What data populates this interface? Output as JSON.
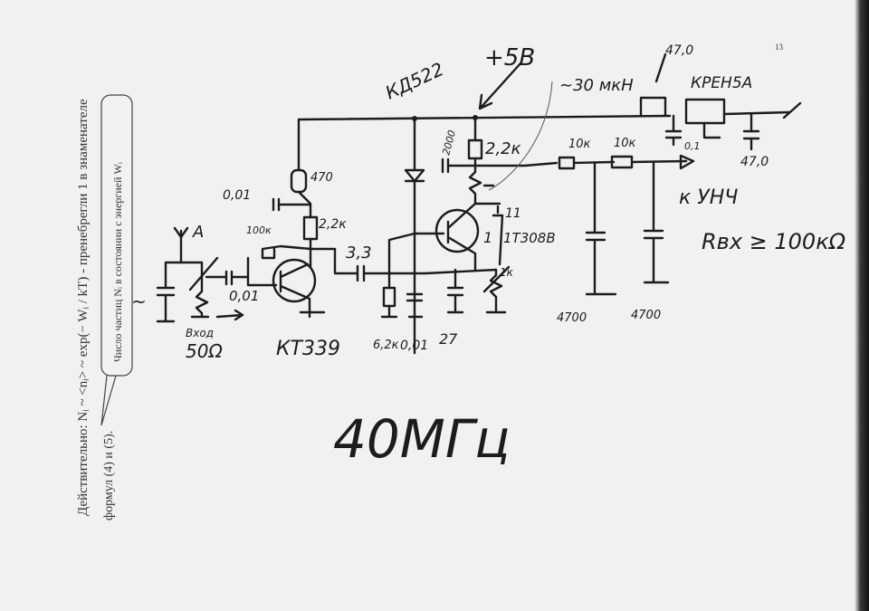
{
  "printed_text": {
    "formula_line": "Действительно:  Nᵢ ~ <nᵢ> ~ exp(− Wᵢ / kT)  - пренебрегли 1 в знаменателе",
    "formula_ref": "формул (4) и (5).",
    "callout": "Число частиц Nᵢ в состоянии с энергией Wᵢ",
    "page_number": "13"
  },
  "schematic": {
    "supply": "+5В",
    "diode": "КД522",
    "inductor": "~30 мкН",
    "regulator": "КРЕН5А",
    "reg_cap_in_elec": "47,0",
    "reg_cap_in": "0,1",
    "reg_cap_out": "47,0",
    "antenna": "A",
    "input_label": "Вход",
    "input_impedance": "50Ω",
    "input_cap": "0,01",
    "q1": "КТ339",
    "q1_collector_r": "470",
    "q1_decoupling_c": "0,01",
    "q1_load_r": "2,2к",
    "q1_feedback_r": "100к",
    "coupling_c": "3,3",
    "q2": "1Т308В",
    "q2_r_top": "2,2к",
    "q2_c_bypass": "2000",
    "q2_c_fb": "11",
    "q2_c_fb2": "1",
    "base_r": "6,2к",
    "base_c": "0,01",
    "emitter_c": "27",
    "emitter_r": "1к",
    "filter_r1": "10к",
    "filter_r2": "10к",
    "filter_c1": "4700",
    "filter_c2": "4700",
    "output_to": "к УНЧ",
    "input_resistance": "Rвх ≥ 100кΩ",
    "frequency": "40МГц"
  }
}
